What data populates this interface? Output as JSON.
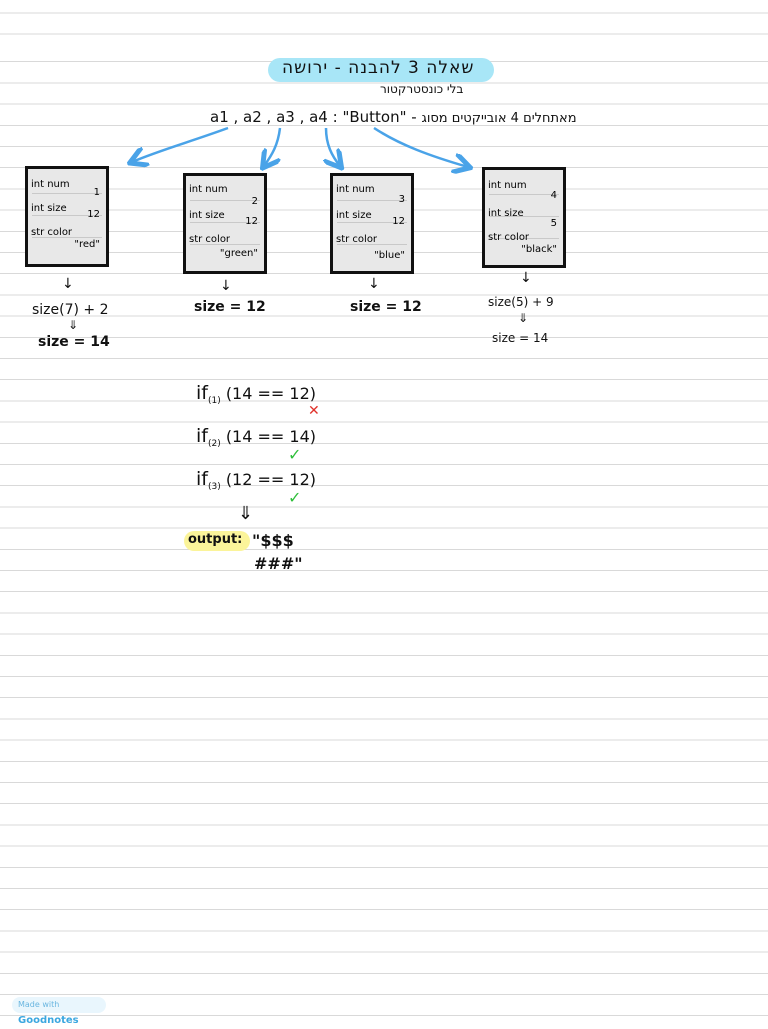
{
  "page": {
    "title": "שאלה 3 להבנה - ירושה",
    "subtitle": "בלי כונסטרקטור"
  },
  "instances": {
    "names": "a1 , a2 , a3 , a4 : \"Button\"",
    "note": "מאתחלים 4 אובייקטים מסוג"
  },
  "objects": [
    {
      "fields": [
        "int num",
        "int size",
        "str color"
      ],
      "values": [
        "1",
        "12",
        "\"red\""
      ],
      "calc": [
        "size(7) + 2",
        "size = 14"
      ]
    },
    {
      "fields": [
        "int num",
        "int size",
        "str color"
      ],
      "values": [
        "2",
        "12",
        "\"green\""
      ],
      "calc": [
        "size = 12"
      ]
    },
    {
      "fields": [
        "int num",
        "int size",
        "str color"
      ],
      "values": [
        "3",
        "12",
        "\"blue\""
      ],
      "calc": [
        "size = 12"
      ]
    },
    {
      "fields": [
        "int num",
        "int size",
        "str color"
      ],
      "values": [
        "4",
        "5",
        "\"black\""
      ],
      "calc": [
        "size(5) + 9",
        "size = 14"
      ]
    }
  ],
  "conditions": [
    {
      "label": "if",
      "index": "(1)",
      "expr": "(14 == 12)",
      "result": "✕"
    },
    {
      "label": "if",
      "index": "(2)",
      "expr": "(14 == 14)",
      "result": "✓"
    },
    {
      "label": "if",
      "index": "(3)",
      "expr": "(12 == 12)",
      "result": "✓"
    }
  ],
  "output": {
    "label": "output:",
    "line1": "\"$$$",
    "line2": "###\""
  },
  "footer": {
    "made_with": "Made with",
    "brand": "Goodnotes"
  },
  "colors": {
    "title_highlight": "#a8e6f7",
    "arrows": "#4aa3e8",
    "cross": "#e0322b",
    "check": "#2fbf3b",
    "output_highlight": "#fbf49a"
  }
}
